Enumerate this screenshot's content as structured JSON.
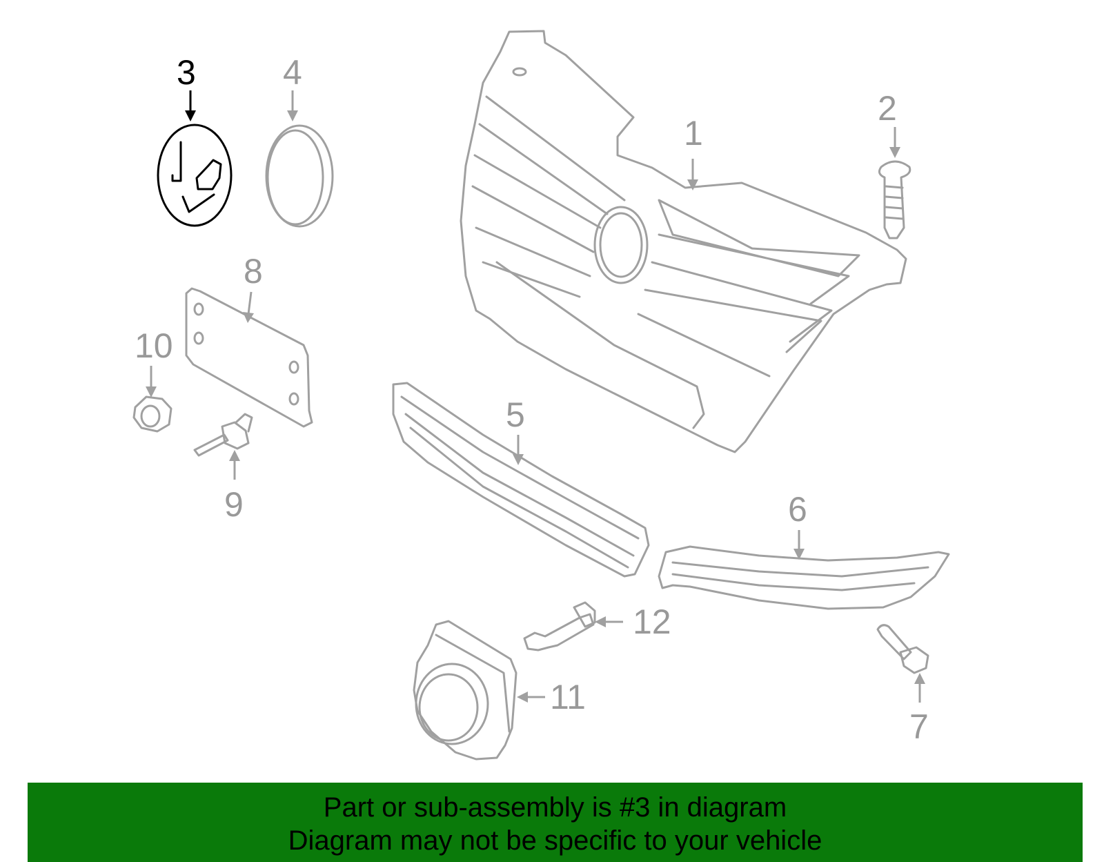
{
  "callouts": {
    "c1": "1",
    "c2": "2",
    "c3": "3",
    "c4": "4",
    "c5": "5",
    "c6": "6",
    "c7": "7",
    "c8": "8",
    "c9": "9",
    "c10": "10",
    "c11": "11",
    "c12": "12"
  },
  "highlighted_part": "3",
  "banner": {
    "line1": "Part or sub-assembly is #3 in diagram",
    "line2": "Diagram may not be specific to your vehicle"
  },
  "colors": {
    "banner_background": "#0a7a0a",
    "part_outline": "#a0a0a0",
    "highlight": "#000000"
  }
}
